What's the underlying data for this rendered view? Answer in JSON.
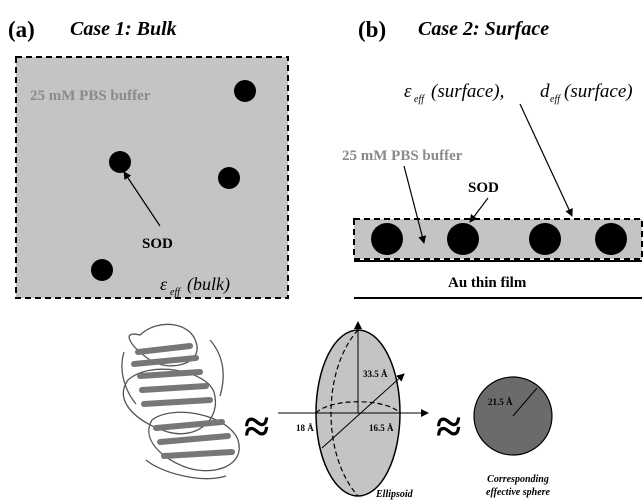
{
  "panel_a": {
    "letter": "(a)",
    "case_title": "Case 1: Bulk",
    "buffer_label": "25 mM PBS buffer",
    "sod_label": "SOD",
    "eps_symbol": "ε",
    "eps_sub": "eff",
    "eps_arg": "(bulk)"
  },
  "panel_b": {
    "letter": "(b)",
    "case_title": "Case 2: Surface",
    "eps_symbol": "ε",
    "eps_sub": "eff",
    "eps_arg": "(surface), ",
    "d_symbol": "d",
    "d_sub": "eff",
    "d_arg": "(surface)",
    "buffer_label": "25 mM PBS buffer",
    "sod_label": "SOD",
    "film_label": "Au thin film"
  },
  "bottom": {
    "approx1": "≈",
    "approx2": "≈",
    "dim_a": "33.5 Å",
    "dim_b": "18 Å",
    "dim_c": "16.5 Å",
    "sphere_radius": "21.5 Å",
    "ellipsoid_caption": "Ellipsoid",
    "sphere_caption_line1": "Corresponding",
    "sphere_caption_line2": "effective sphere"
  },
  "colors": {
    "fill_gray": "#c4c4c4",
    "dark_gray": "#6b6b6b",
    "buffer_text": "#8a8a8a",
    "black": "#000000"
  }
}
